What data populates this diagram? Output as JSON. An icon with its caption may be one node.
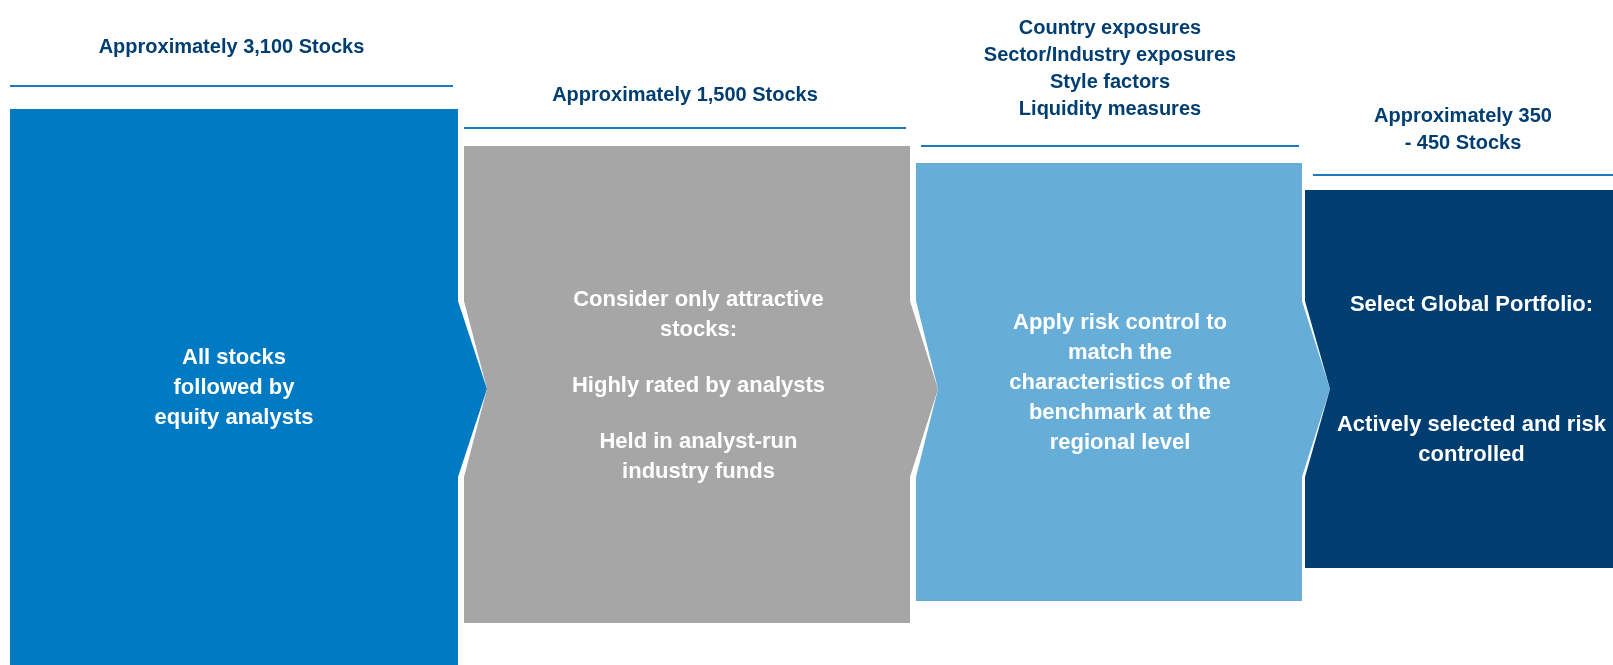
{
  "diagram": {
    "nodes": [
      {
        "text": [
          "Approximately 3,100 Stocks",
          "All stocks followed by equity analysts"
        ]
      },
      {
        "text": [
          "Approximately 1,500 Stocks",
          "Consider only attractive stocks:",
          "Highly rated by analysts",
          "Held in analyst-run industry funds"
        ]
      },
      {
        "text": [
          "Country exposures",
          "Sector/Industry exposures",
          "Style factors",
          "Liquidity measures",
          "Apply risk control to match the characteristics of the benchmark at the regional level"
        ]
      },
      {
        "text": [
          "Approximately 350 - 450 Stocks",
          "Select Global Portfolio:",
          "Actively selected and risk controlled"
        ]
      }
    ]
  }
}
